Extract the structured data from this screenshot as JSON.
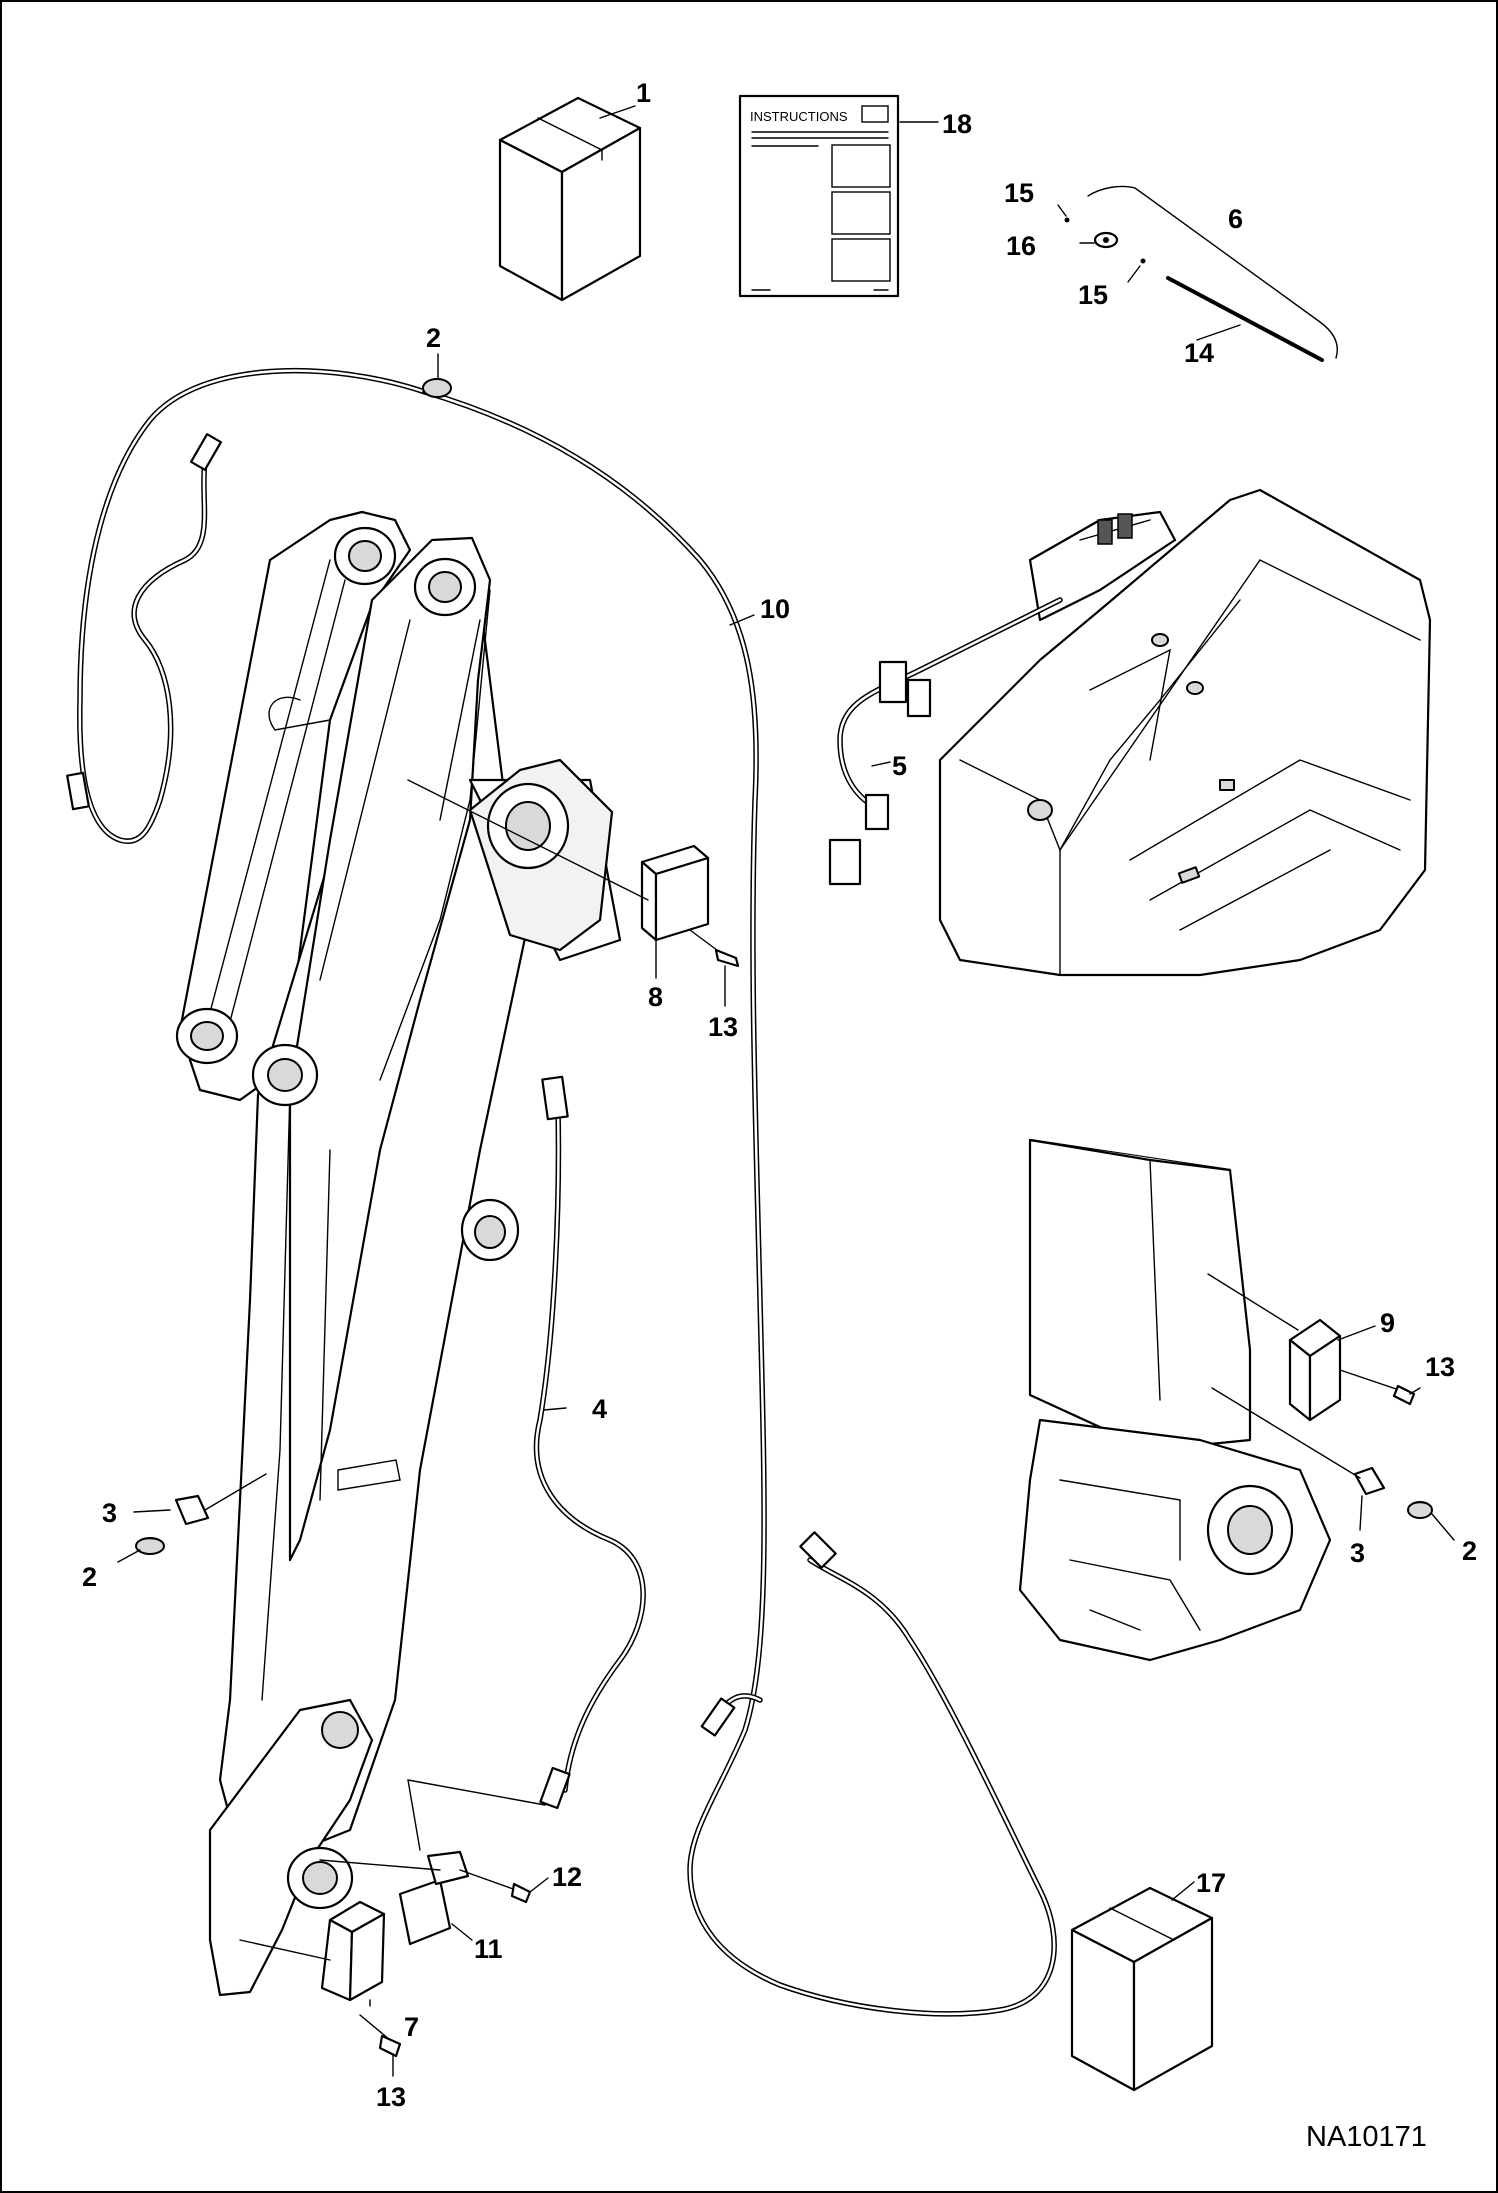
{
  "drawing_number": "NA10171",
  "instructions_title": "INSTRUCTIONS",
  "callouts": [
    {
      "id": "c1",
      "text": "1"
    },
    {
      "id": "c2a",
      "text": "2"
    },
    {
      "id": "c2b",
      "text": "2"
    },
    {
      "id": "c2c",
      "text": "2"
    },
    {
      "id": "c3a",
      "text": "3"
    },
    {
      "id": "c3b",
      "text": "3"
    },
    {
      "id": "c4",
      "text": "4"
    },
    {
      "id": "c5",
      "text": "5"
    },
    {
      "id": "c6",
      "text": "6"
    },
    {
      "id": "c7",
      "text": "7"
    },
    {
      "id": "c8",
      "text": "8"
    },
    {
      "id": "c9",
      "text": "9"
    },
    {
      "id": "c10",
      "text": "10"
    },
    {
      "id": "c11",
      "text": "11"
    },
    {
      "id": "c12",
      "text": "12"
    },
    {
      "id": "c13a",
      "text": "13"
    },
    {
      "id": "c13b",
      "text": "13"
    },
    {
      "id": "c13c",
      "text": "13"
    },
    {
      "id": "c14",
      "text": "14"
    },
    {
      "id": "c15a",
      "text": "15"
    },
    {
      "id": "c15b",
      "text": "15"
    },
    {
      "id": "c16",
      "text": "16"
    },
    {
      "id": "c17",
      "text": "17"
    },
    {
      "id": "c18",
      "text": "18"
    }
  ]
}
